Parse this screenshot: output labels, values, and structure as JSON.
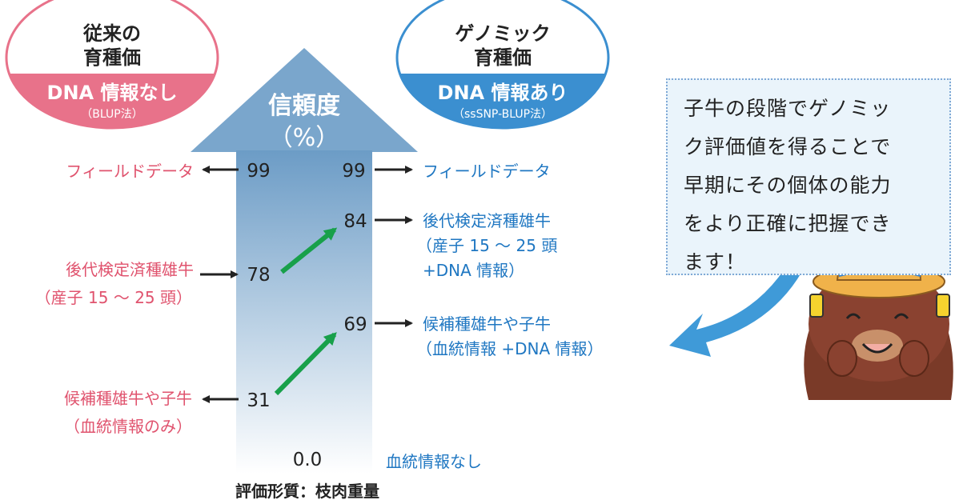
{
  "left_header": {
    "title_line1": "従来の",
    "title_line2": "育種価",
    "band_title": "DNA 情報なし",
    "band_sub": "（BLUP法）",
    "color": "#e8728a"
  },
  "right_header": {
    "title_line1": "ゲノミック",
    "title_line2": "育種価",
    "band_title": "DNA 情報あり",
    "band_sub": "（ssSNP-BLUP法）",
    "color": "#3b8fd0"
  },
  "arrow": {
    "title": "信頼度",
    "unit": "（%）",
    "color": "#7aa6cc"
  },
  "left_values": [
    {
      "value": "99",
      "label_lines": [
        "フィールドデータ"
      ]
    },
    {
      "value": "78",
      "label_lines": [
        "後代検定済種雄牛",
        "（産子 15 〜 25 頭）"
      ]
    },
    {
      "value": "31",
      "label_lines": [
        "候補種雄牛や子牛",
        "（血統情報のみ）"
      ]
    }
  ],
  "right_values": [
    {
      "value": "99",
      "label_lines": [
        "フィールドデータ"
      ]
    },
    {
      "value": "84",
      "label_lines": [
        "後代検定済種雄牛",
        "（産子 15 〜 25 頭",
        "+DNA 情報）"
      ]
    },
    {
      "value": "69",
      "label_lines": [
        "候補種雄牛や子牛",
        "（血統情報 +DNA 情報）"
      ]
    }
  ],
  "zero_value": "0.0",
  "zero_label": "血統情報なし",
  "footer": "評価形質：枝肉重量",
  "callout": {
    "lines": [
      "子牛の段階でゲノミッ",
      "ク評価値を得ることで",
      "早期にその個体の能力",
      "をより正確に把握でき",
      "ます！"
    ]
  },
  "colors": {
    "left_text": "#e0536e",
    "right_text": "#1f77c2",
    "green_arrow": "#18a04a"
  }
}
